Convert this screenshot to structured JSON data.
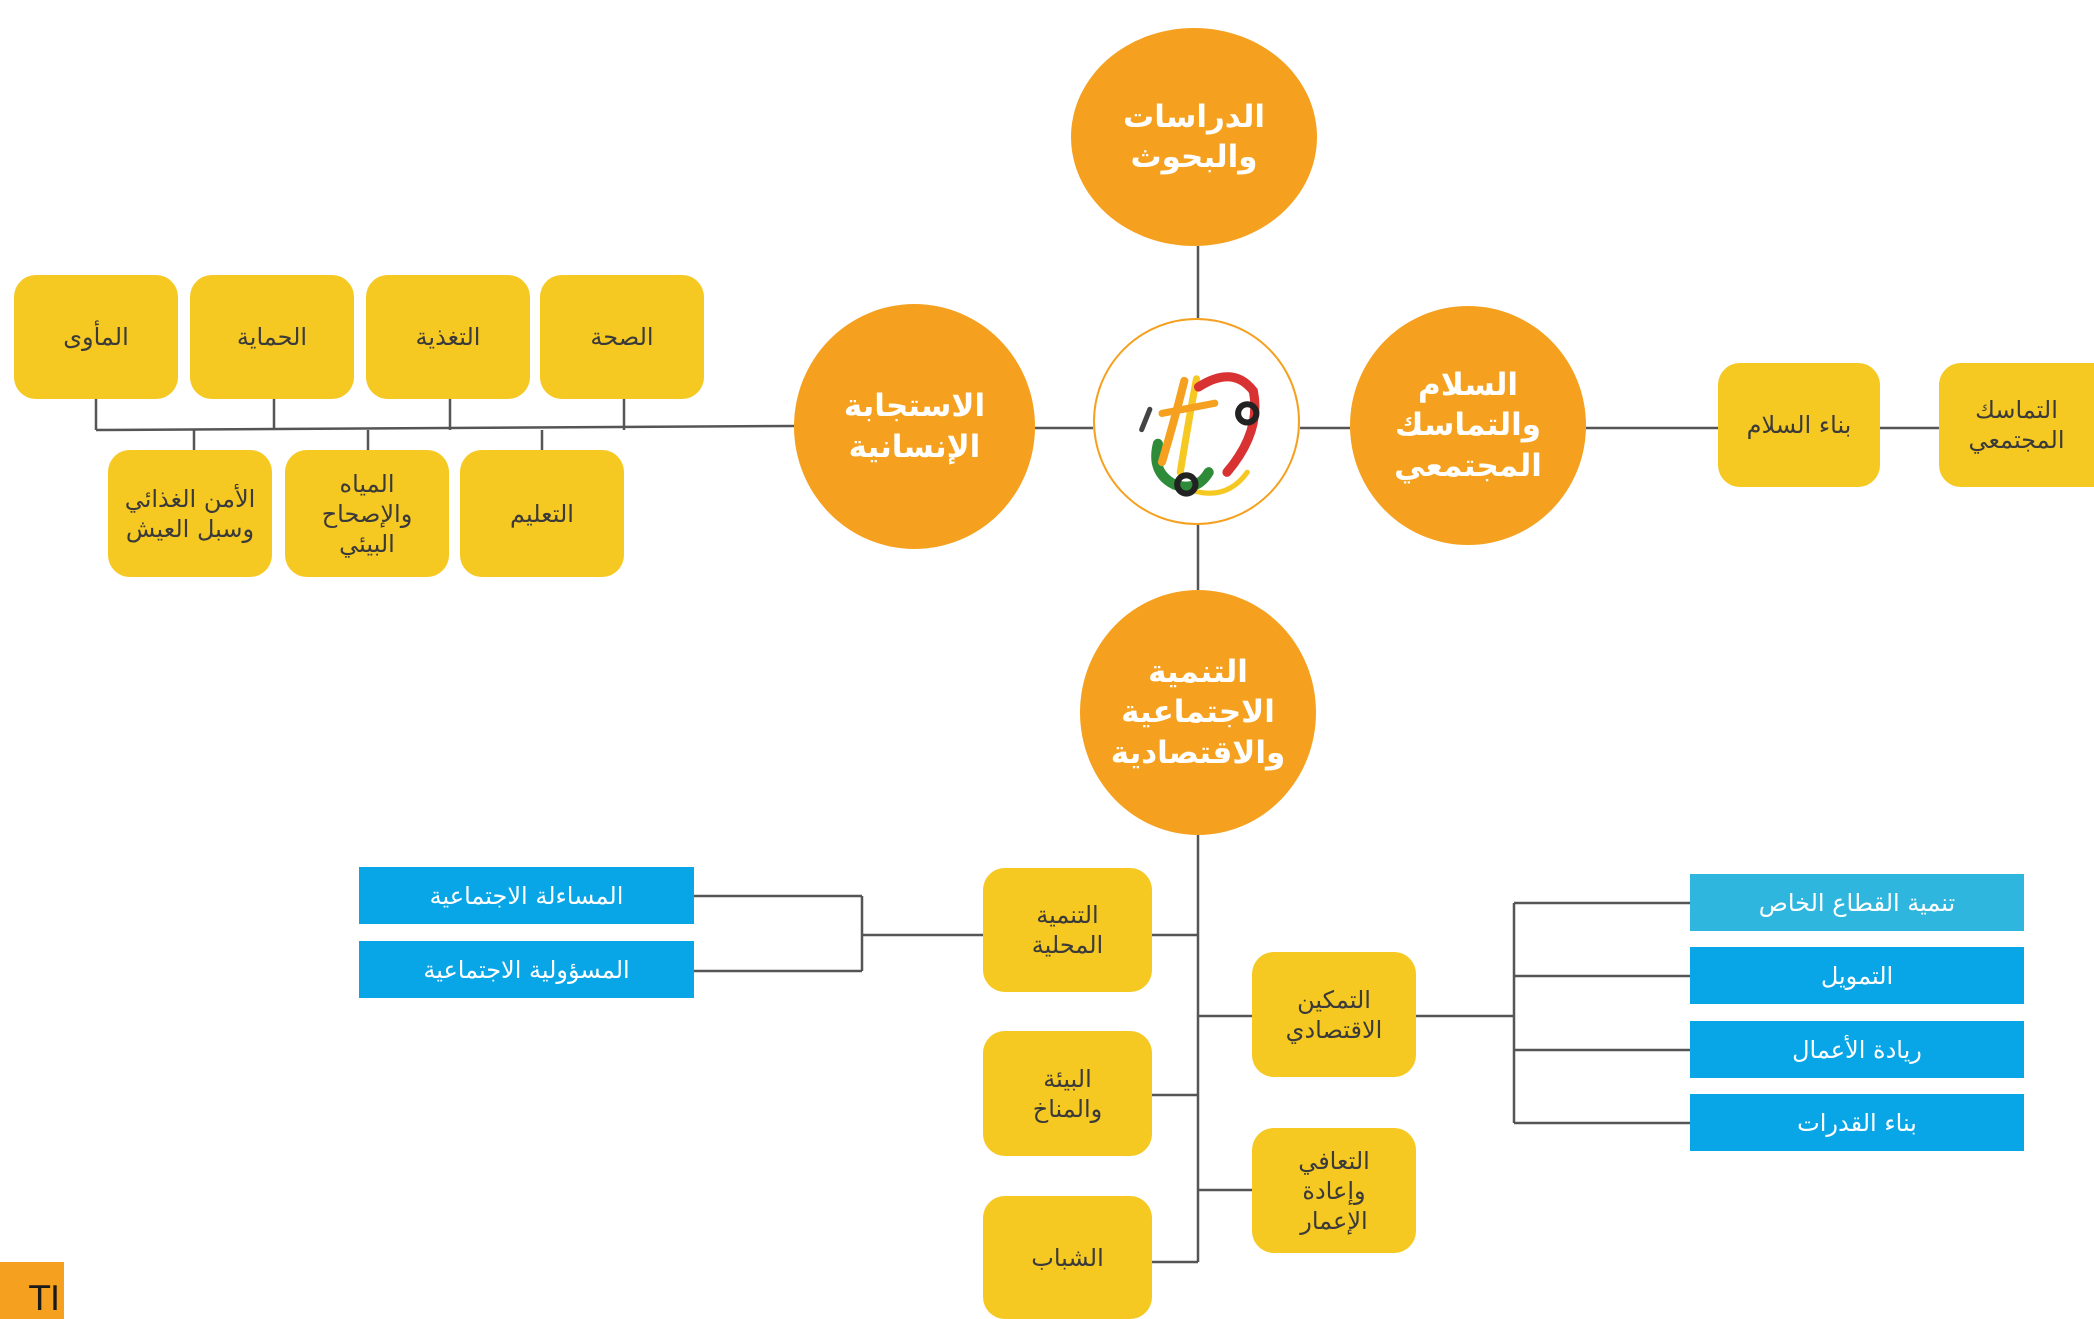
{
  "center_logo": {
    "name": "logo-mark"
  },
  "hubs": {
    "research": "الدراسات\nوالبحوث",
    "humanitarian": "الاستجابة\nالإنسانية",
    "peace": "السلام\nوالتماسك\nالمجتمعي",
    "development": "التنمية\nالاجتماعية\nوالاقتصادية"
  },
  "humanitarian_items": {
    "top": [
      "الصحة",
      "التغذية",
      "الحماية",
      "المأوى"
    ],
    "bottom": [
      "التعليم",
      "المياه\nوالإصحاح\nالبيئي",
      "الأمن الغذائي\nوسبل العيش"
    ]
  },
  "peace_items": [
    "بناء السلام",
    "التماسك\nالمجتمعي"
  ],
  "development_items": {
    "left": [
      "التنمية\nالمحلية",
      "البيئة\nوالمناخ",
      "الشباب"
    ],
    "right": [
      "التمكين\nالاقتصادي",
      "التعافي\nوإعادة\nالإعمار"
    ]
  },
  "local_development_subitems": [
    "المساءلة الاجتماعية",
    "المسؤولية الاجتماعية"
  ],
  "economic_empowerment_subitems": [
    "تنمية القطاع الخاص",
    "التمويل",
    "ريادة الأعمال",
    "بناء القدرات"
  ],
  "corner_label": "TI",
  "colors": {
    "hub": "#F5A11F",
    "box": "#F6C822",
    "blue": "#08A6E6",
    "light_blue": "#2FB6DE",
    "line": "#555555"
  }
}
